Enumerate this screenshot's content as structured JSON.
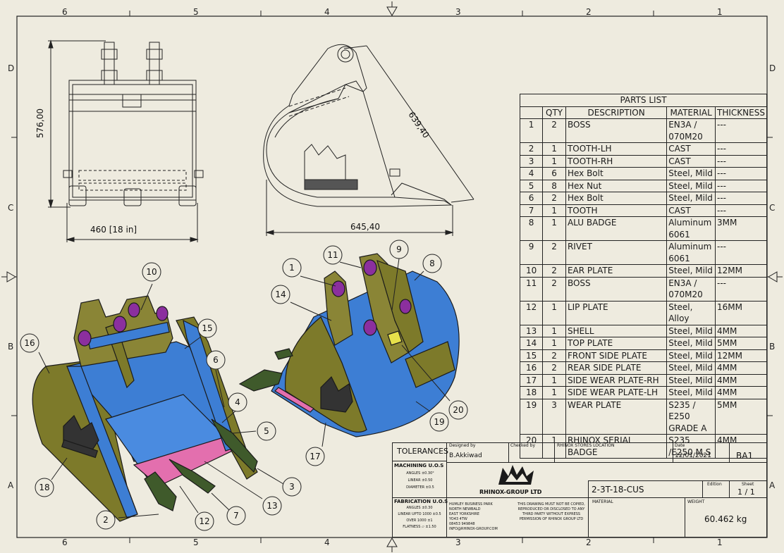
{
  "drawing": {
    "zone_numbers": [
      "6",
      "5",
      "4",
      "3",
      "2",
      "1"
    ],
    "zone_letters": [
      "D",
      "C",
      "B",
      "A"
    ],
    "dims": {
      "height_front": "576,00",
      "width_front": "460 [18 in]",
      "length_side": "645,40",
      "diag_side": "639,40"
    },
    "balloons": [
      "1",
      "2",
      "3",
      "4",
      "5",
      "6",
      "7",
      "8",
      "9",
      "10",
      "11",
      "12",
      "13",
      "14",
      "15",
      "16",
      "17",
      "18",
      "19",
      "20"
    ],
    "colors": {
      "paper": "#eeebdf",
      "olive": "#7d7a2a",
      "blue": "#3d7ed4",
      "pink": "#e36fae",
      "purple": "#8b2f9e",
      "green": "#3f5a2b"
    }
  },
  "parts_list": {
    "title": "PARTS LIST",
    "columns": [
      "",
      "QTY",
      "DESCRIPTION",
      "MATERIAL",
      "THICKNESS"
    ],
    "rows": [
      {
        "no": "1",
        "qty": "2",
        "desc": "BOSS",
        "mat": "EN3A / 070M20",
        "thk": "---"
      },
      {
        "no": "2",
        "qty": "1",
        "desc": "TOOTH-LH",
        "mat": "CAST",
        "thk": "---"
      },
      {
        "no": "3",
        "qty": "1",
        "desc": "TOOTH-RH",
        "mat": "CAST",
        "thk": "---"
      },
      {
        "no": "4",
        "qty": "6",
        "desc": "Hex Bolt",
        "mat": "Steel, Mild",
        "thk": "---"
      },
      {
        "no": "5",
        "qty": "8",
        "desc": "Hex Nut",
        "mat": "Steel, Mild",
        "thk": "---"
      },
      {
        "no": "6",
        "qty": "2",
        "desc": "Hex Bolt",
        "mat": "Steel, Mild",
        "thk": "---"
      },
      {
        "no": "7",
        "qty": "1",
        "desc": "TOOTH",
        "mat": "CAST",
        "thk": "---"
      },
      {
        "no": "8",
        "qty": "1",
        "desc": "ALU BADGE",
        "mat": "Aluminum 6061",
        "thk": "3MM"
      },
      {
        "no": "9",
        "qty": "2",
        "desc": "RIVET",
        "mat": "Aluminum 6061",
        "thk": "---"
      },
      {
        "no": "10",
        "qty": "2",
        "desc": "EAR PLATE",
        "mat": "Steel, Mild",
        "thk": "12MM"
      },
      {
        "no": "11",
        "qty": "2",
        "desc": "BOSS",
        "mat": "EN3A / 070M20",
        "thk": "---"
      },
      {
        "no": "12",
        "qty": "1",
        "desc": "LIP PLATE",
        "mat": "Steel, Alloy",
        "thk": "16MM"
      },
      {
        "no": "13",
        "qty": "1",
        "desc": "SHELL",
        "mat": "Steel, Mild",
        "thk": "4MM"
      },
      {
        "no": "14",
        "qty": "1",
        "desc": "TOP PLATE",
        "mat": "Steel, Mild",
        "thk": "5MM"
      },
      {
        "no": "15",
        "qty": "2",
        "desc": "FRONT SIDE PLATE",
        "mat": "Steel, Mild",
        "thk": "12MM"
      },
      {
        "no": "16",
        "qty": "2",
        "desc": "REAR SIDE PLATE",
        "mat": "Steel, Mild",
        "thk": "4MM"
      },
      {
        "no": "17",
        "qty": "1",
        "desc": "SIDE WEAR PLATE-RH",
        "mat": "Steel, Mild",
        "thk": "4MM"
      },
      {
        "no": "18",
        "qty": "1",
        "desc": "SIDE WEAR PLATE-LH",
        "mat": "Steel, Mild",
        "thk": "4MM"
      },
      {
        "no": "19",
        "qty": "3",
        "desc": "WEAR PLATE",
        "mat": "S235 / E250 GRADE A",
        "thk": "5MM"
      },
      {
        "no": "20",
        "qty": "1",
        "desc": "RHINOX SERIAL BADGE",
        "mat": "S235 /E250 M.S",
        "thk": "4MM"
      }
    ]
  },
  "title_block": {
    "tolerances": "TOLERANCES",
    "machining_title": "MACHINING U.O.S",
    "machining_lines": [
      "ANGLES ±0.30°",
      "LINEAR ±0.50",
      "DIAMETER ±0.5"
    ],
    "fabrication_title": "FABRICATION U.O.S",
    "fabrication_lines": [
      "ANGLES ±0.30",
      "LINEAR UPTO 1000 ±0.5",
      "OVER 1000 ±1",
      "FLATNESS ⏥ ±1.50"
    ],
    "designed_by_label": "Designed by",
    "designed_by": "B.Akkiwad",
    "checked_by_label": "Checked by",
    "location": "RHINOX STORES LOCATION",
    "date_label": "Date",
    "date": "12/01/2021",
    "sheet_code": "BA1",
    "company": "RHINOX-GROUP LTD",
    "address_lines": [
      "HUMLEY BUSINESS PARK",
      "NORTH NEWBALD",
      "EAST YORKSHIRE",
      "YO43 4TW",
      "08453 949848",
      "INFO@RHINOX-GROUP.COM"
    ],
    "notice_lines": [
      "THIS DRAWING MUST NOT BE COPIED,",
      "REPRODUCED OR DISCLOSED TO ANY",
      "THIRD PARTY WITHOUT EXPRESS",
      "PERMISSION OF RHINOX GROUP LTD"
    ],
    "part_number": "2-3T-18-CUS",
    "edition_label": "Edition",
    "sheet_label": "Sheet",
    "sheet_value": "1 / 1",
    "material_label": "MATERIAL",
    "weight_label": "WEIGHT",
    "weight_value": "60.462 kg"
  }
}
